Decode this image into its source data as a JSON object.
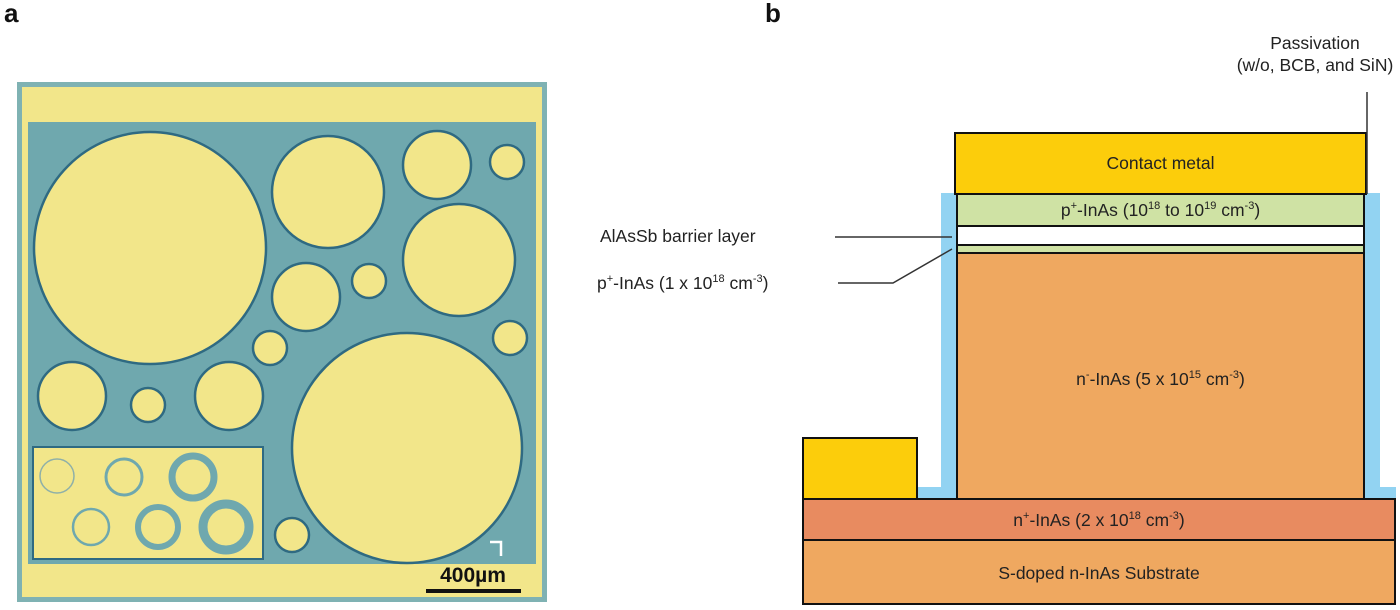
{
  "panels": {
    "a": {
      "label": "a",
      "scale_bar": {
        "text": "400µm"
      },
      "colors": {
        "metal": "#f2e68a",
        "substrate": "#6fa8ae",
        "outline": "#2f6a82"
      }
    },
    "b": {
      "label": "b",
      "annotations": {
        "passivation_line1": "Passivation",
        "passivation_line2": "(w/o, BCB, and SiN)",
        "barrier": "AlAsSb barrier layer",
        "thin_p": {
          "base": "p",
          "sup1": "+",
          "mid": "-InAs (1 x 10",
          "sup2": "18",
          "mid2": " cm",
          "sup3": "-3",
          "end": ")"
        }
      },
      "layers": {
        "contact_metal": {
          "text": "Contact metal",
          "color": "#fccd0b"
        },
        "p_plus_top": {
          "base": "p",
          "sup1": "+",
          "mid": "-InAs (10",
          "sup2": "18",
          "mid2": " to 10",
          "sup3": "19",
          "mid3": " cm",
          "sup4": "-3",
          "end": ")",
          "color": "#cfe2a4"
        },
        "barrier": {
          "color": "#ffffff"
        },
        "p_plus_thin": {
          "color": "#cfe2a4"
        },
        "n_minus": {
          "base": "n",
          "sup1": "-",
          "mid": "-InAs (5 x 10",
          "sup2": "15",
          "mid2": " cm",
          "sup3": "-3",
          "end": ")",
          "color": "#efa860"
        },
        "n_plus": {
          "base": "n",
          "sup1": "+",
          "mid": "-InAs (2 x 10",
          "sup2": "18",
          "mid2": " cm",
          "sup3": "-3",
          "end": ")",
          "color": "#e88b60"
        },
        "substrate": {
          "text": "S-doped n-InAs Substrate",
          "color": "#efa860"
        },
        "bottom_contact": {
          "color": "#fccd0b"
        },
        "passivation": {
          "color": "#92d3f2"
        }
      }
    }
  }
}
